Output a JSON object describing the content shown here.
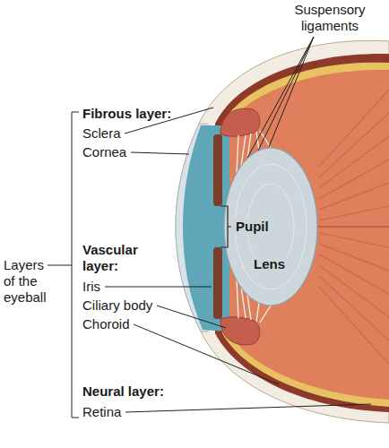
{
  "diagram": {
    "labels": [
      "Suspensory ligaments",
      "Fibrous layer:",
      "Sclera",
      "Cornea",
      "Pupil",
      "Vascular layer:",
      "Lens",
      "Layers of the eyeball",
      "Iris",
      "Ciliary body",
      "Choroid",
      "Neural layer:",
      "Retina"
    ]
  }
}
